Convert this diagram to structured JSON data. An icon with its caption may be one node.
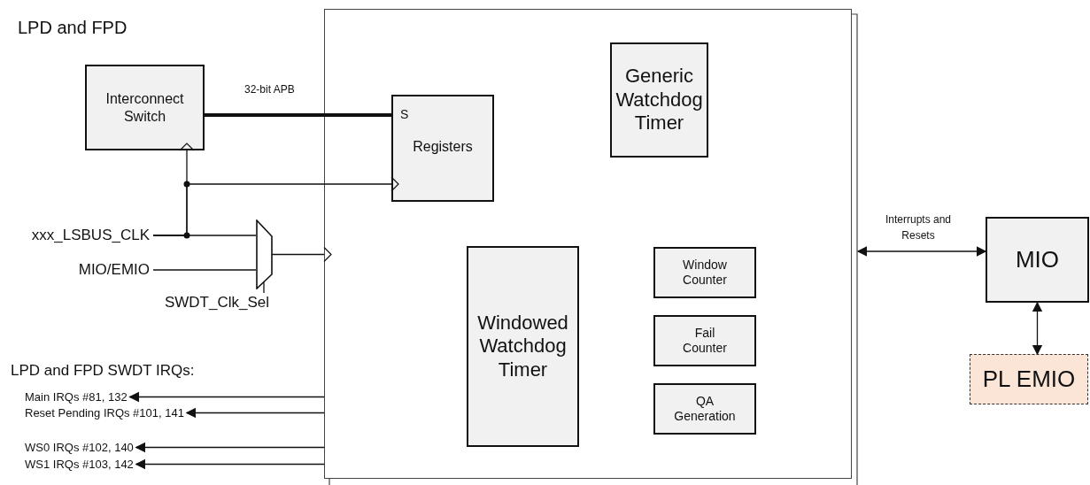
{
  "diagram": {
    "title": "LPD and FPD",
    "nodes": [
      {
        "text": [],
        "shape": "box"
      },
      {
        "text": [
          "Interconnect Switch"
        ]
      },
      {
        "text": [
          "S",
          "Registers"
        ],
        "in": 0
      },
      {
        "text": [
          "Generic Watchdog Timer"
        ],
        "in": 0
      },
      {
        "text": [
          "Windowed Watchdog Timer"
        ],
        "in": 0
      },
      {
        "text": [
          "Window Counter"
        ],
        "in": 0
      },
      {
        "text": [
          "Fail Counter"
        ],
        "in": 0
      },
      {
        "text": [
          "QA Generation"
        ],
        "in": 0
      },
      {
        "text": [
          "MIO"
        ]
      },
      {
        "text": [
          "PL EMIO"
        ]
      },
      {
        "text": [
          "xxx_LSBUS_CLK"
        ]
      },
      {
        "text": [
          "MIO/EMIO"
        ]
      },
      {
        "text": [],
        "shape": "trapezoid"
      },
      {
        "text": [
          "SWDT_Clk_Sel"
        ]
      },
      {
        "text": [
          "Main IRQs #81, 132"
        ]
      },
      {
        "text": [
          "Reset Pending IRQs #101, 141"
        ]
      },
      {
        "text": [
          "WS0 IRQs #102, 140"
        ]
      },
      {
        "text": [
          "WS1 IRQs #103, 142"
        ]
      }
    ],
    "edges": [
      {
        "from": 1,
        "to": 2,
        "arrow": "none",
        "label": "32-bit APB",
        "style": "thick"
      },
      {
        "from": 10,
        "to": 1,
        "arrow": "to"
      },
      {
        "from": 10,
        "to": 2,
        "arrow": "to"
      },
      {
        "from": 10,
        "to": 12,
        "arrow": "none"
      },
      {
        "from": 11,
        "to": 12,
        "arrow": "none"
      },
      {
        "from": 13,
        "to": 12,
        "arrow": "none"
      },
      {
        "from": 12,
        "to": 0,
        "arrow": "to"
      },
      {
        "from": 0,
        "to": 14,
        "arrow": "to"
      },
      {
        "from": 0,
        "to": 15,
        "arrow": "to"
      },
      {
        "from": 0,
        "to": 16,
        "arrow": "to"
      },
      {
        "from": 0,
        "to": 17,
        "arrow": "to"
      },
      {
        "from": 0,
        "to": 8,
        "arrow": "both",
        "label": "Interrupts and Resets"
      },
      {
        "from": 8,
        "to": 9,
        "arrow": "both"
      }
    ],
    "labels": [
      "LPD and FPD SWDT IRQs:"
    ]
  }
}
